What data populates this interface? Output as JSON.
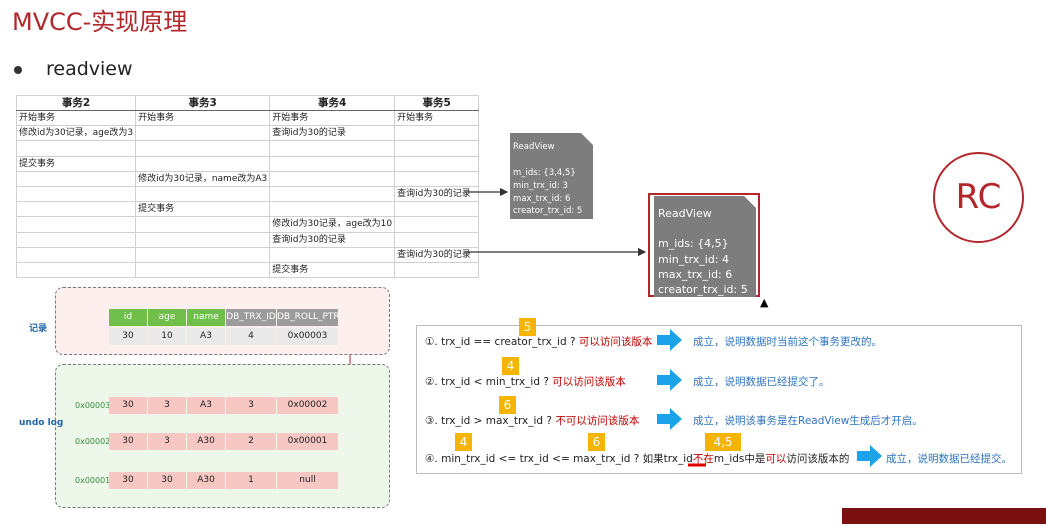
{
  "title": "MVCC-实现原理",
  "bullet": "readview",
  "table": {
    "headers": [
      "事务2",
      "事务3",
      "事务4",
      "事务5"
    ],
    "rows": [
      [
        "开始事务",
        "开始事务",
        "开始事务",
        "开始事务"
      ],
      [
        "修改id为30记录，age改为3",
        "",
        "查询id为30的记录",
        ""
      ],
      [
        "",
        "",
        "",
        ""
      ],
      [
        "提交事务",
        "",
        "",
        ""
      ],
      [
        "",
        "修改id为30记录，name改为A3",
        "",
        ""
      ],
      [
        "",
        "",
        "",
        "查询id为30的记录"
      ],
      [
        "",
        "提交事务",
        "",
        ""
      ],
      [
        "",
        "",
        "修改id为30记录，age改为10",
        ""
      ],
      [
        "",
        "",
        "查询id为30的记录",
        ""
      ],
      [
        "",
        "",
        "",
        "查询id为30的记录"
      ],
      [
        "",
        "",
        "提交事务",
        ""
      ]
    ]
  },
  "readview_small": {
    "title": "ReadView",
    "lines": [
      "m_ids: {3,4,5}",
      "min_trx_id: 3",
      "max_trx_id: 6",
      "creator_trx_id: 5"
    ]
  },
  "readview_large": {
    "title": "ReadView",
    "lines": [
      "m_ids: {4,5}",
      "min_trx_id: 4",
      "max_trx_id: 6",
      "creator_trx_id: 5"
    ]
  },
  "rc_badge": "RC",
  "record": {
    "label": "记录",
    "columns": [
      "id",
      "age",
      "name",
      "DB_TRX_ID",
      "DB_ROLL_PTR"
    ],
    "values": [
      "30",
      "10",
      "A3",
      "4",
      "0x00003"
    ]
  },
  "undo_log": {
    "label": "undo log",
    "rows": [
      {
        "addr": "0x00003",
        "values": [
          "30",
          "3",
          "A3",
          "3",
          "0x00002"
        ]
      },
      {
        "addr": "0x00002",
        "values": [
          "30",
          "3",
          "A30",
          "2",
          "0x00001"
        ]
      },
      {
        "addr": "0x00001",
        "values": [
          "30",
          "30",
          "A30",
          "1",
          "null"
        ]
      }
    ]
  },
  "rules": [
    {
      "text_a": "①. trx_id  == creator_trx_id ? ",
      "text_b": "可以访问该版本",
      "tags": [
        "5"
      ],
      "result": "成立，说明数据时当前这个事务更改的。"
    },
    {
      "text_a": "②. trx_id < min_trx_id ? ",
      "text_b": "可以访问该版本",
      "tags": [
        "4"
      ],
      "result": "成立，说明数据已经提交了。"
    },
    {
      "text_a": "③. trx_id > max_trx_id ? ",
      "text_b": "不可以访问该版本",
      "tags": [
        "6"
      ],
      "result": "成立，说明该事务是在ReadView生成后才开启。"
    },
    {
      "text_a": "④. min_trx_id <= trx_id <= max_trx_id ? 如果trx_id",
      "text_mid": "不在",
      "text_c": "m_ids中是",
      "text_b": "可以",
      "text_d": "访问该版本的",
      "tags": [
        "4",
        "6",
        "4,5"
      ],
      "result": "成立，说明数据已经提交。"
    }
  ],
  "colors": {
    "accent_red": "#b3262b",
    "arrow_blue": "#1aa3e8",
    "tag_yellow": "#f5b400",
    "undo_green": "#edf8ea",
    "record_pink": "#fcefed"
  }
}
